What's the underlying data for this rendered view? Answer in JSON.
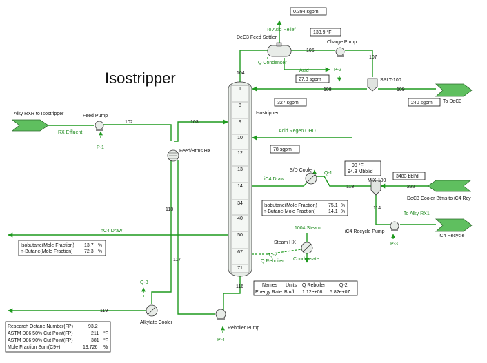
{
  "title": "Isostripper",
  "column": {
    "name": "Isostripper",
    "trays": [
      "1",
      "8",
      "9",
      "10",
      "12",
      "13",
      "14",
      "34",
      "40",
      "50",
      "67",
      "71"
    ]
  },
  "equipment": {
    "dec3_feed_settler": "DeC3 Feed Settler",
    "charge_pump": "Charge Pump",
    "p2": "P-2",
    "splt": "SPLT-100",
    "feed_pump": "Feed Pump",
    "p1": "P-1",
    "feed_btms_hx": "Feed/Btms HX",
    "sd_cooler": "S/D Cooler",
    "q1": "Q-1",
    "mix": "MIX-100",
    "icr_pump": "iC4 Recycle Pump",
    "p3": "P-3",
    "steam_hx": "Steam HX",
    "q2": "Q-2",
    "alkylate_cooler": "Alkylate Cooler",
    "q3": "Q-3",
    "reboiler_pump": "Reboiler Pump",
    "p4": "P-4"
  },
  "streams": {
    "s102": "102",
    "s103": "103",
    "s104": "104",
    "s106": "106",
    "s107": "107",
    "s108": "108",
    "s109": "109",
    "s113": "113",
    "s114": "114",
    "s116": "116",
    "s117": "117",
    "s118": "118",
    "s119": "119",
    "s222": "222"
  },
  "green_labels": {
    "to_acid_relief": "To Acid Relief",
    "q_condenser": "Q Condenser",
    "acid": "Acid",
    "rx_effluent": "RX Effluent",
    "acid_regen_ohd": "Acid Regen OHD",
    "ic4_draw": "iC4 Draw",
    "to_alky_rx1": "To Alky RX1",
    "nc4_draw": "nC4 Draw",
    "steam_100": "100# Steam",
    "condensate": "Condensate",
    "q_reboiler": "Q Reboiler"
  },
  "black_labels": {
    "alky_rxr": "Alky RXR to Isostripper",
    "to_dec3": "To DeC3",
    "dec3_cooler": "DeC3 Cooler Btms to iC4 Rcy",
    "ic4_recycle": "iC4 Recycle"
  },
  "readouts": {
    "relief_flow": "0.394  sgpm",
    "charge_temp": "133.9  °F",
    "acid_flow": "27.8  sgpm",
    "s108_flow": "327  sgpm",
    "s109_flow": "240  sgpm",
    "regen_flow": "78  sgpm",
    "sd_temp": "90  °F",
    "sd_flow": "94.3  Mbbl/d",
    "mix_flow": "3483  bbl/d"
  },
  "ic4_table": {
    "rows": [
      {
        "name": "Isobutane(Mole Fraction)",
        "value": "75.1",
        "unit": "%"
      },
      {
        "name": "n-Butane(Mole Fraction)",
        "value": "14.1",
        "unit": "%"
      }
    ]
  },
  "nc4_table": {
    "rows": [
      {
        "name": "Isobutane(Mole Fraction)",
        "value": "13.7",
        "unit": "%"
      },
      {
        "name": "n-Butane(Mole Fraction)",
        "value": "72.3",
        "unit": "%"
      }
    ]
  },
  "energy_table": {
    "header": [
      "Names",
      "Units",
      "Q Reboiler",
      "Q-2"
    ],
    "row": [
      "Energy Rate",
      "Btu/h",
      "1.12e+08",
      "5.82e+07"
    ]
  },
  "alkylate_table": {
    "rows": [
      {
        "name": "Research Octane Number(FP)",
        "value": "93.2",
        "unit": ""
      },
      {
        "name": "ASTM D86 50% Cut Point(FP)",
        "value": "211",
        "unit": "°F"
      },
      {
        "name": "ASTM D86 90% Cut Point(FP)",
        "value": "381",
        "unit": "°F"
      },
      {
        "name": "Mole Fraction Sum(C9+)",
        "value": "19.726",
        "unit": "%"
      }
    ]
  },
  "colors": {
    "stream": "#1f9a1f",
    "text": "#111111",
    "equipment_fill": "#e8ece8"
  }
}
